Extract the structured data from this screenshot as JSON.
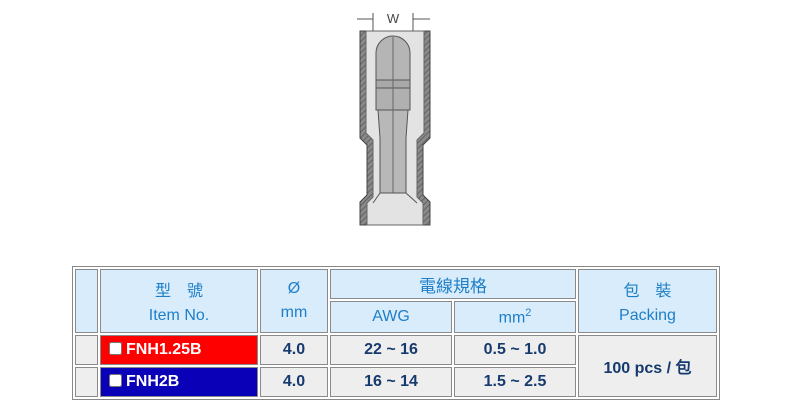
{
  "drawing": {
    "dimension_label": "W"
  },
  "table": {
    "header": {
      "item_zh": "型　號",
      "item_en": "Item No.",
      "dia_symbol": "Ø",
      "dia_unit": "mm",
      "wire_spec": "電線規格",
      "awg": "AWG",
      "mm2": "mm",
      "mm2_sup": "2",
      "packing_zh": "包　裝",
      "packing_en": "Packing"
    },
    "rows": [
      {
        "item": "FNH1.25B",
        "dia": "4.0",
        "awg": "22 ~ 16",
        "mm2": "0.5 ~ 1.0",
        "color": "#ff0000"
      },
      {
        "item": "FNH2B",
        "dia": "4.0",
        "awg": "16 ~ 14",
        "mm2": "1.5 ~ 2.5",
        "color": "#0a00b8"
      }
    ],
    "packing": "100 pcs / 包"
  }
}
